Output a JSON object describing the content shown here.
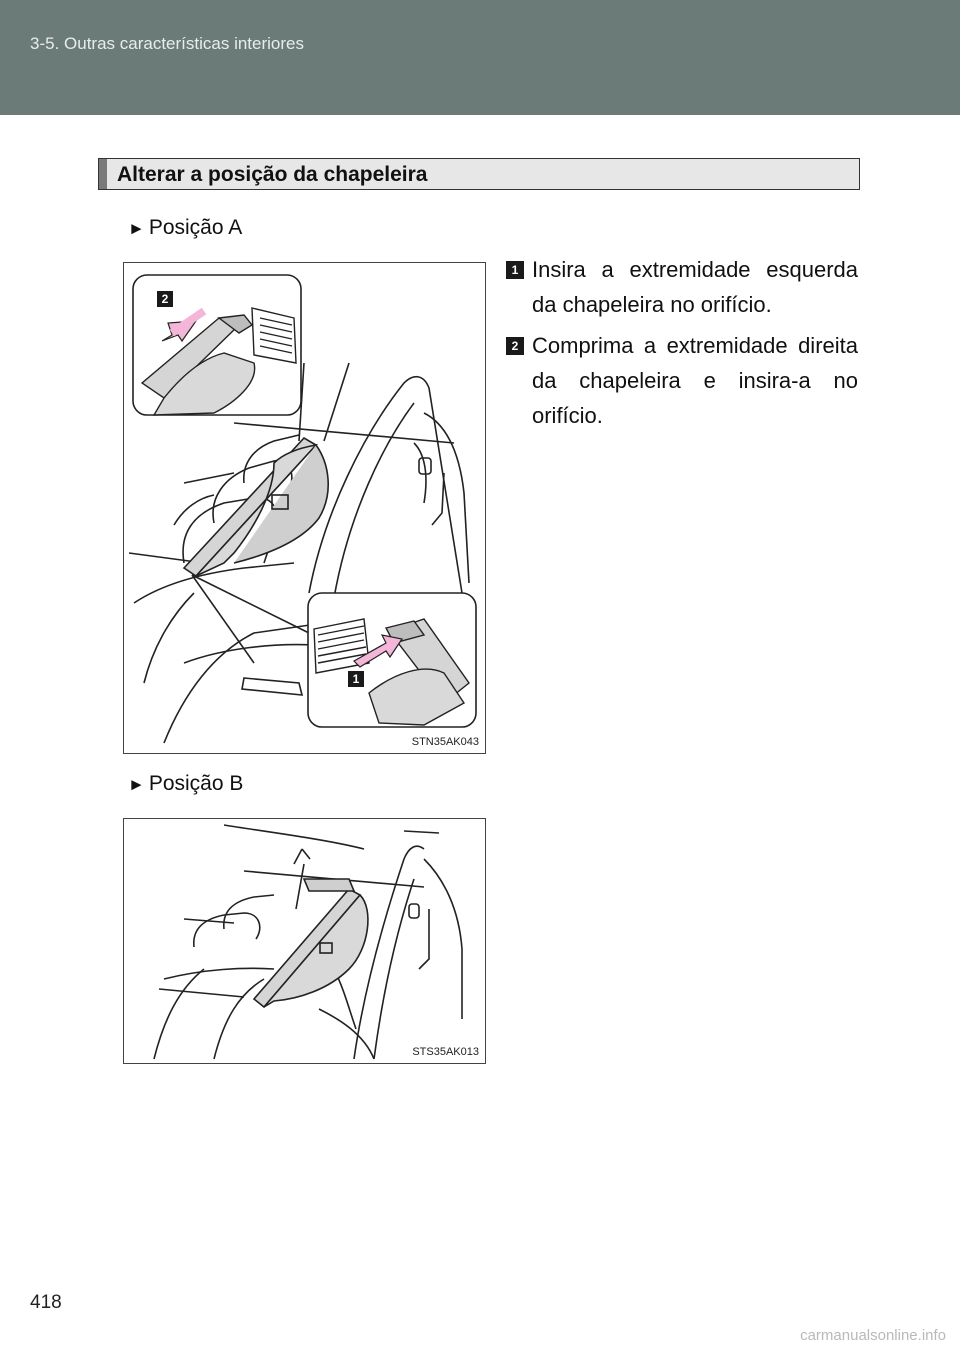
{
  "header": {
    "section": "3-5. Outras características interiores"
  },
  "section_title": "Alterar a posição da chapeleira",
  "position_a": {
    "label": "Posição A",
    "figure_code": "STN35AK043",
    "callouts": [
      "1",
      "2"
    ]
  },
  "position_b": {
    "label": "Posição B",
    "figure_code": "STS35AK013"
  },
  "steps": [
    {
      "num": "1",
      "text": "Insira a extremidade esquerda da chapeleira no orifício."
    },
    {
      "num": "2",
      "text": "Comprima a extremidade direita da chapeleira e insira-a no orifício."
    }
  ],
  "page_number": "418",
  "watermark": "carmanualsonline.info",
  "colors": {
    "header_band": "#6b7b78",
    "arrow": "#f4b6d8",
    "cover_fill": "#d5d5d5"
  }
}
